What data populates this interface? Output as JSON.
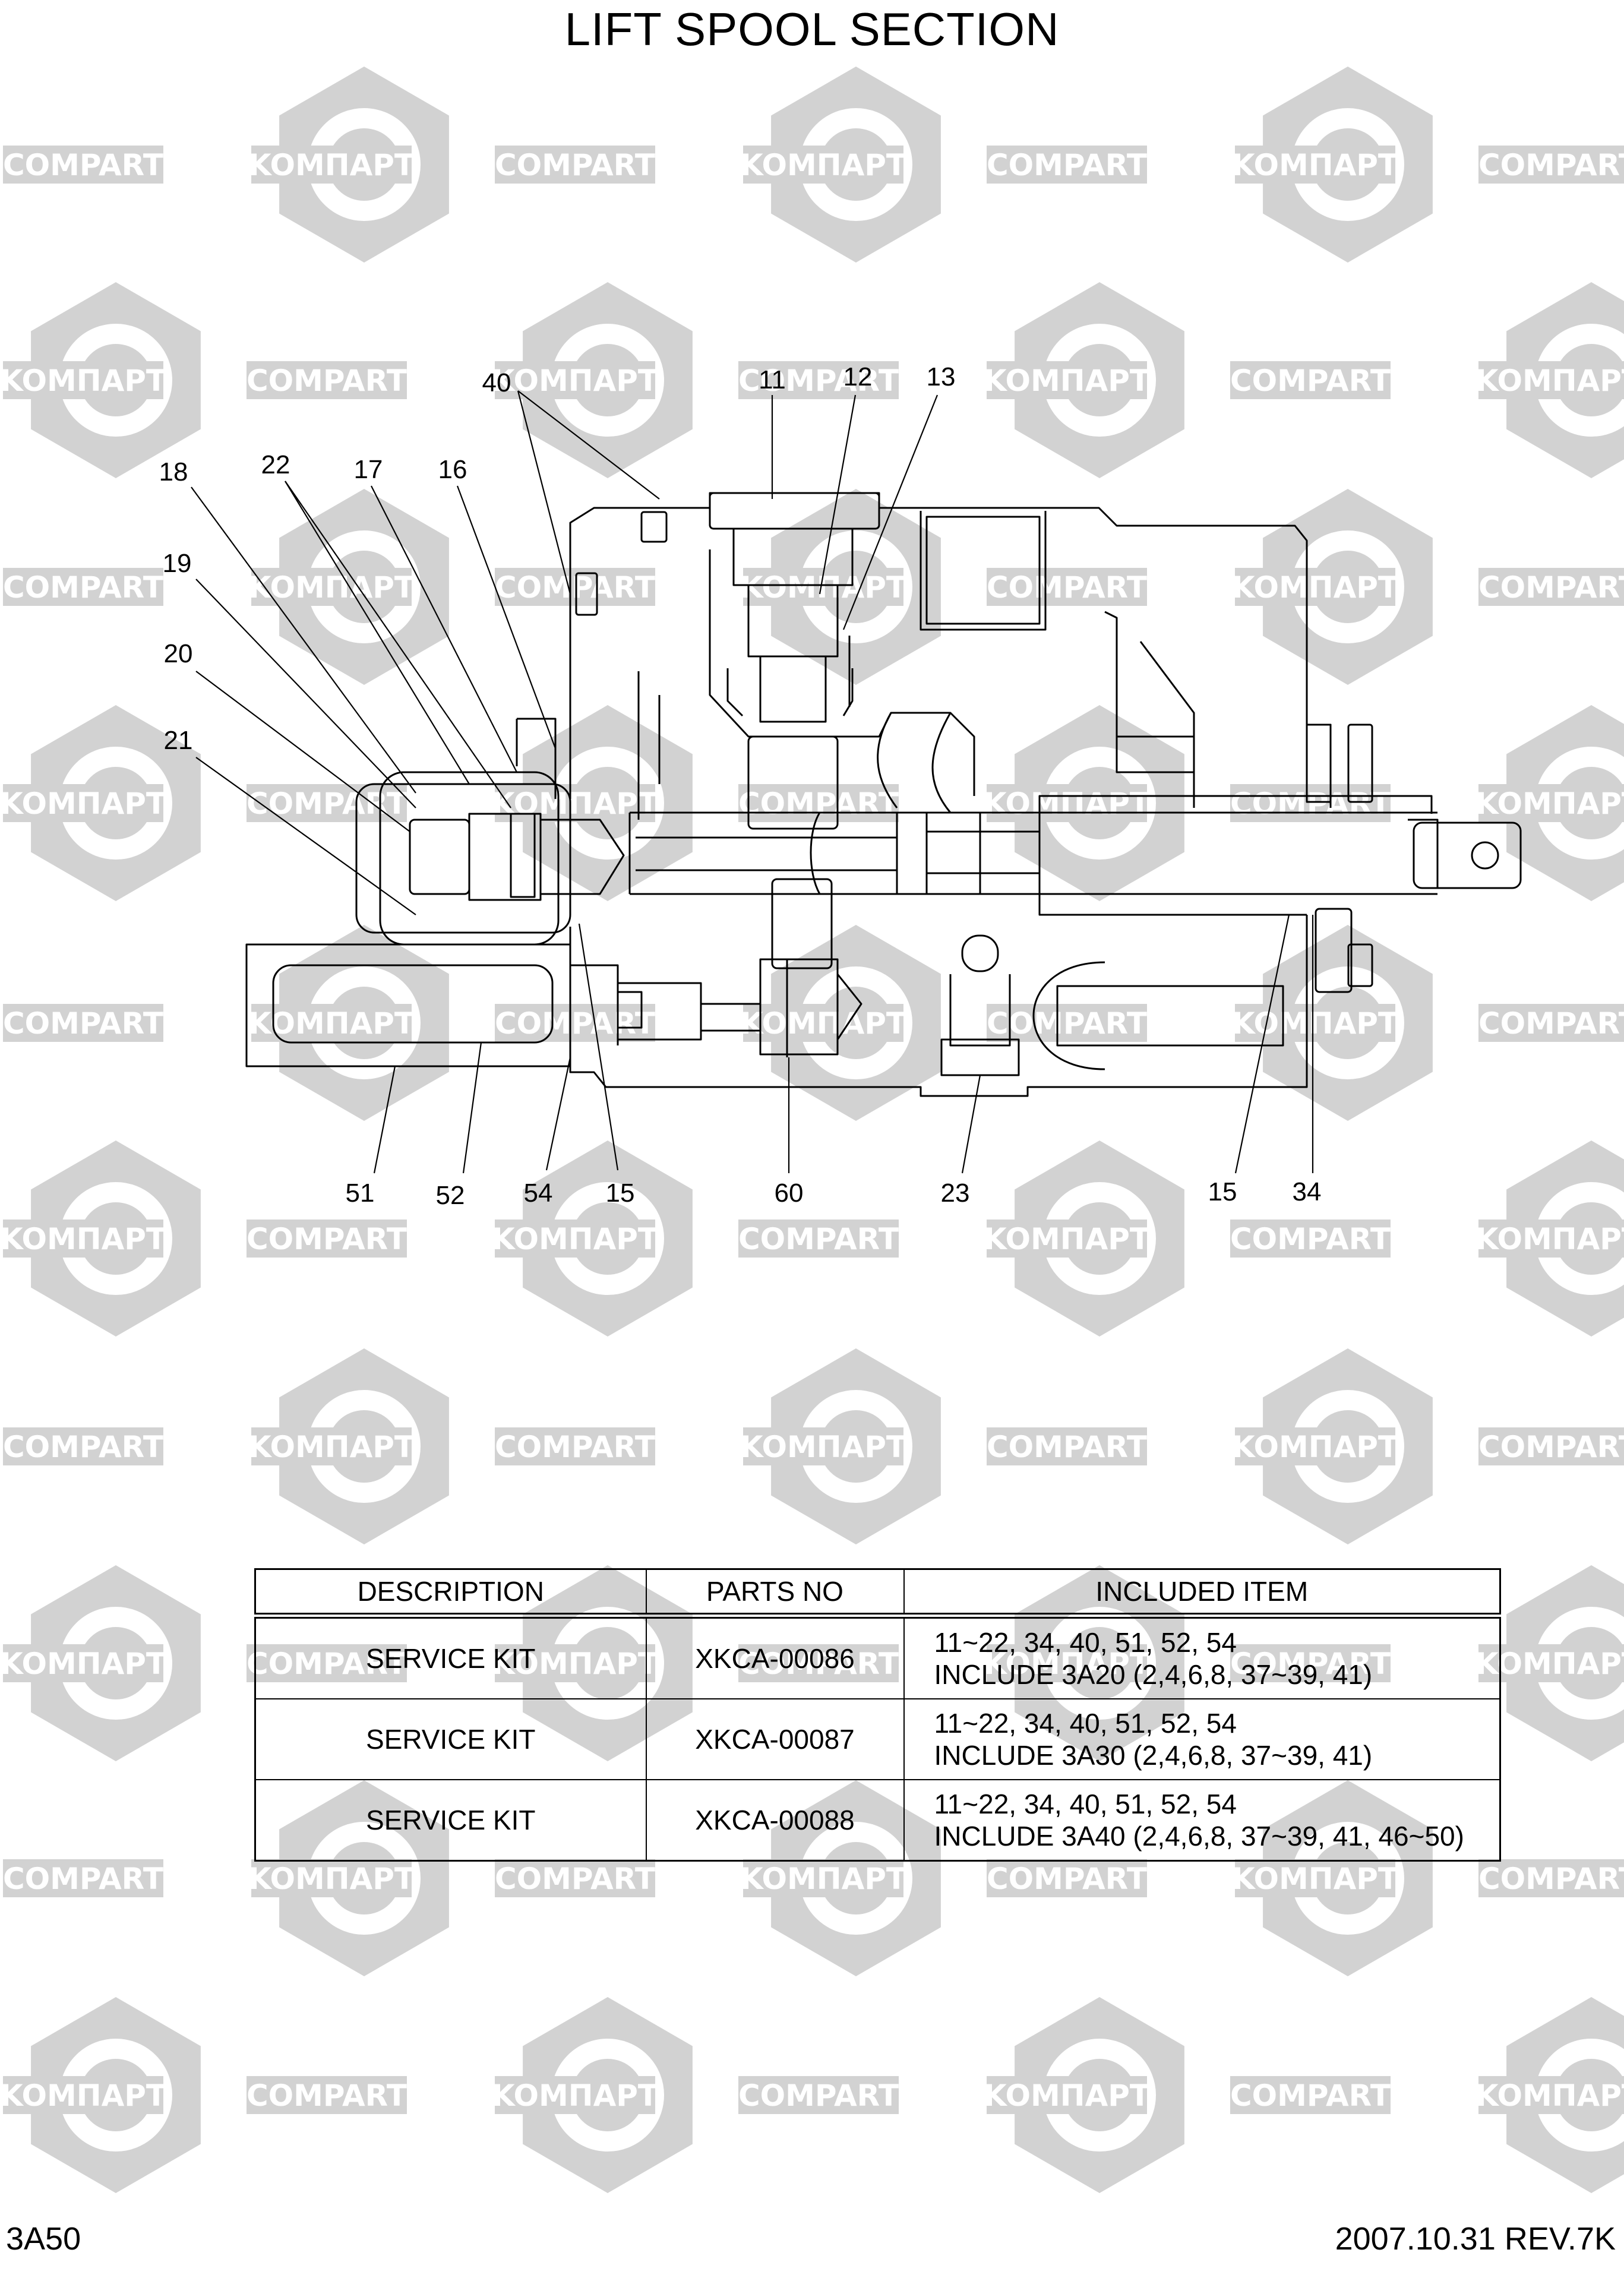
{
  "page": {
    "title": "LIFT SPOOL SECTION",
    "page_code": "3A50",
    "date_rev": "2007.10.31  REV.7K"
  },
  "watermark": {
    "words": [
      "KOMΠAPT",
      "COMPART"
    ],
    "color": "#d2d2d2"
  },
  "diagram": {
    "callouts": [
      "40",
      "11",
      "12",
      "13",
      "18",
      "22",
      "17",
      "16",
      "19",
      "20",
      "21",
      "51",
      "52",
      "54",
      "15",
      "60",
      "23",
      "15",
      "34"
    ]
  },
  "kit_table": {
    "headers": [
      "DESCRIPTION",
      "PARTS NO",
      "INCLUDED ITEM"
    ],
    "rows": [
      {
        "description": "SERVICE KIT",
        "parts_no": "XKCA-00086",
        "included_1": "11~22, 34, 40, 51, 52, 54",
        "included_2": "INCLUDE 3A20 (2,4,6,8, 37~39, 41)"
      },
      {
        "description": "SERVICE KIT",
        "parts_no": "XKCA-00087",
        "included_1": "11~22, 34, 40, 51, 52, 54",
        "included_2": "INCLUDE 3A30 (2,4,6,8, 37~39, 41)"
      },
      {
        "description": "SERVICE KIT",
        "parts_no": "XKCA-00088",
        "included_1": "11~22, 34, 40, 51, 52, 54",
        "included_2": "INCLUDE 3A40 (2,4,6,8, 37~39, 41, 46~50)"
      }
    ]
  }
}
